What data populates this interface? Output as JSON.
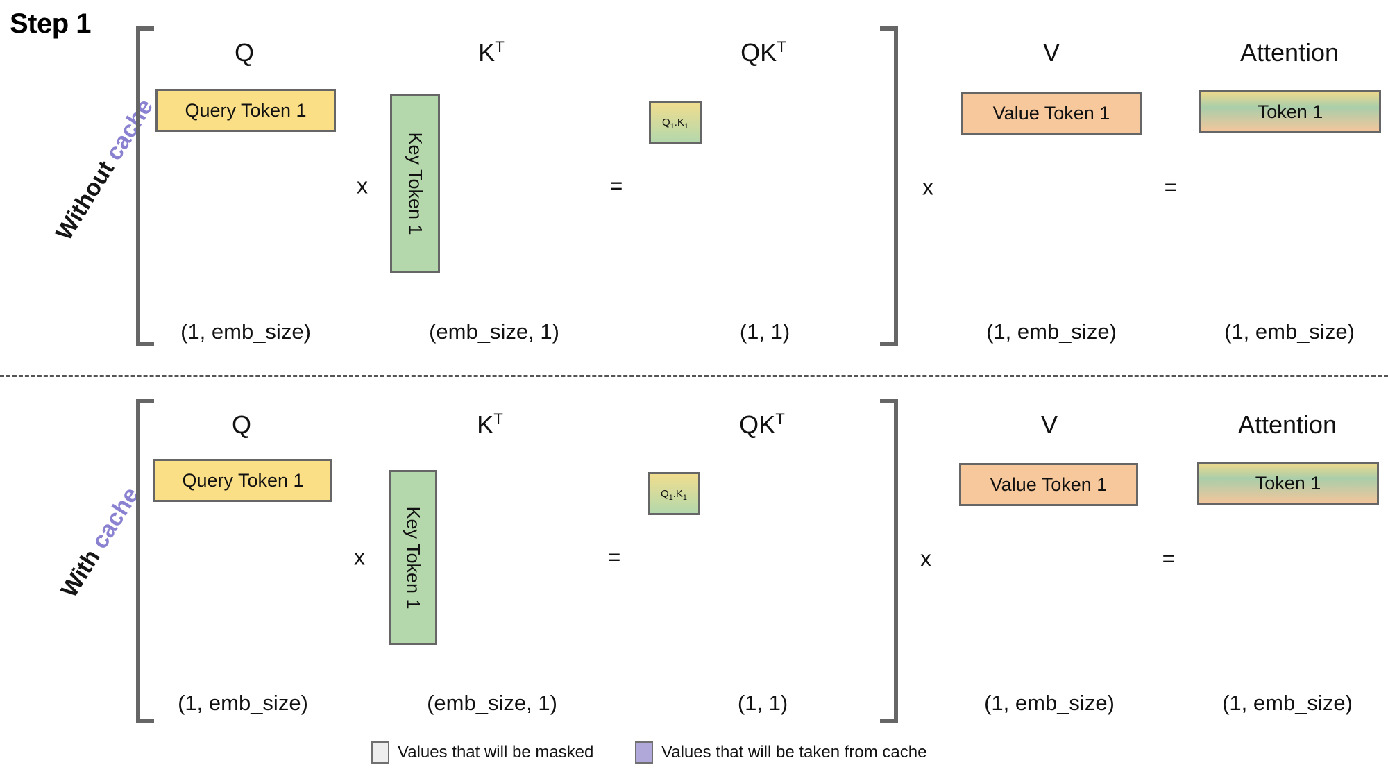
{
  "title": "Step 1",
  "rows": [
    {
      "id": "without-cache",
      "label_part1": "Without",
      "label_part2": "cache",
      "headers": {
        "q": "Q",
        "kt_base": "K",
        "kt_sup": "T",
        "qkt_base": "QK",
        "qkt_sup": "T",
        "v": "V",
        "attention": "Attention"
      },
      "boxes": {
        "query": "Query Token 1",
        "key": "Key Token 1",
        "qk_base1": "Q",
        "qk_sub1": "1",
        "qk_dot": ".",
        "qk_base2": "K",
        "qk_sub2": "1",
        "value": "Value Token 1",
        "attention": "Token 1"
      },
      "operators": {
        "mul1": "x",
        "eq1": "=",
        "mul2": "x",
        "eq2": "="
      },
      "dims": {
        "q": "(1, emb_size)",
        "kt": "(emb_size, 1)",
        "qkt": "(1, 1)",
        "v": "(1, emb_size)",
        "attention": "(1, emb_size)"
      }
    },
    {
      "id": "with-cache",
      "label_part1": "With",
      "label_part2": "cache",
      "headers": {
        "q": "Q",
        "kt_base": "K",
        "kt_sup": "T",
        "qkt_base": "QK",
        "qkt_sup": "T",
        "v": "V",
        "attention": "Attention"
      },
      "boxes": {
        "query": "Query Token 1",
        "key": "Key Token 1",
        "qk_base1": "Q",
        "qk_sub1": "1",
        "qk_dot": ".",
        "qk_base2": "K",
        "qk_sub2": "1",
        "value": "Value Token 1",
        "attention": "Token 1"
      },
      "operators": {
        "mul1": "x",
        "eq1": "=",
        "mul2": "x",
        "eq2": "="
      },
      "dims": {
        "q": "(1, emb_size)",
        "kt": "(emb_size, 1)",
        "qkt": "(1, 1)",
        "v": "(1, emb_size)",
        "attention": "(1, emb_size)"
      }
    }
  ],
  "legend": [
    {
      "id": "masked",
      "swatch_color": "#eeeeee",
      "text": "Values that will be masked"
    },
    {
      "id": "cache",
      "swatch_color": "#b0a8d8",
      "text": "Values that will be taken from cache"
    }
  ],
  "colors": {
    "query": "#fadf87",
    "key": "#b4d8ab",
    "value": "#f7c89b",
    "border": "#666666",
    "cache_accent": "#8a82d0",
    "masked": "#eeeeee"
  }
}
